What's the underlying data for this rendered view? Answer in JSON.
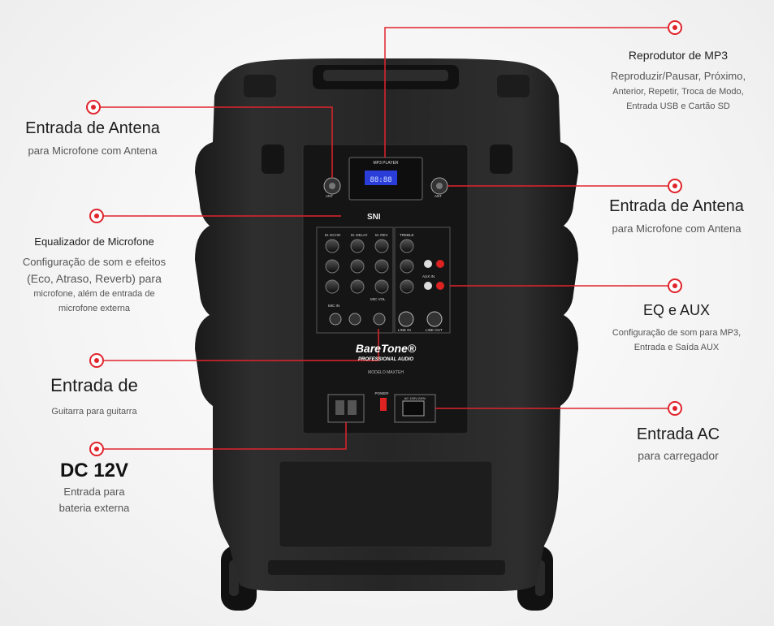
{
  "callouts": {
    "mp3": {
      "title": "Reprodutor de MP3",
      "line1": "Reproduzir/Pausar, Próximo,",
      "line2": "Anterior, Repetir, Troca de Modo,",
      "line3": "Entrada USB e Cartão SD"
    },
    "antenna_left": {
      "title": "Entrada de Antena",
      "sub": "para Microfone com Antena"
    },
    "antenna_right": {
      "title": "Entrada de Antena",
      "sub": "para Microfone com Antena"
    },
    "mic_eq": {
      "title": "Equalizador de Microfone",
      "line1": "Configuração de som e efeitos",
      "line2": "(Eco, Atraso, Reverb) para",
      "line3": "microfone, além de entrada de",
      "line4": "microfone externa"
    },
    "eq_aux": {
      "title": "EQ e AUX",
      "line1": "Configuração de som para MP3,",
      "line2": "Entrada e Saída AUX"
    },
    "guitar": {
      "title": "Entrada de",
      "sub": "Guitarra para guitarra"
    },
    "ac": {
      "title": "Entrada AC",
      "sub": "para carregador"
    },
    "dc": {
      "title": "DC 12V",
      "line1": "Entrada para",
      "line2": "bateria externa"
    }
  },
  "panel": {
    "mp3_label": "MP3 PLAYER",
    "display_value": "88:88",
    "brand": "BareTone®",
    "brand_sub": "PROFESSIONAL AUDIO",
    "model": "MODELO MAXTEH",
    "logo_text": "SNI",
    "knobs": {
      "mic_echo": "M. ECHO",
      "mic_delay": "M. DELAY",
      "mic_rev": "M. REV",
      "treble": "TREBLE",
      "mic_vol": "MIC VOL"
    },
    "jacks": {
      "line_in": "LINE IN",
      "line_out": "LINE OUT",
      "aux_in": "AUX IN",
      "mic_in": "MIC IN",
      "ant": "ANT"
    },
    "power_label": "POWER",
    "ac_label": "AC 100V-240V"
  },
  "colors": {
    "accent": "#e0242c",
    "cabinet": "#222222",
    "panel": "#151515"
  }
}
